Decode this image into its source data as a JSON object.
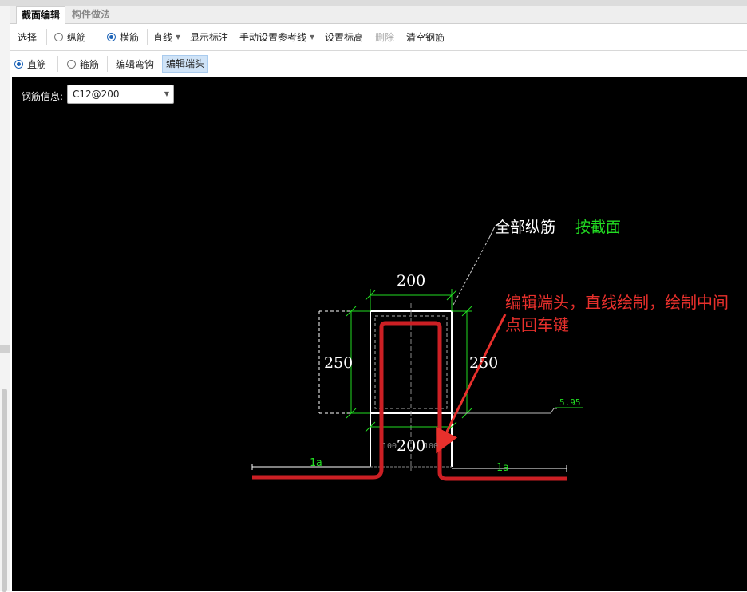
{
  "tabs": [
    {
      "label": "截面编辑",
      "active": true
    },
    {
      "label": "构件做法",
      "active": false
    }
  ],
  "toolbar": {
    "select": "选择",
    "radio_longitudinal": "纵筋",
    "radio_transverse": "横筋",
    "line_dropdown": "直线",
    "show_dims": "显示标注",
    "manual_ref": "手动设置参考线",
    "set_elevation": "设置标高",
    "delete": "删除",
    "clear_rebar": "清空钢筋"
  },
  "toolbar2": {
    "radio_straight": "直筋",
    "radio_stirrup": "箍筋",
    "edit_hook": "编辑弯钩",
    "edit_end": "编辑端头"
  },
  "rebar_info": {
    "label": "钢筋信息:",
    "value": "C12@200"
  },
  "drawing": {
    "label_all_long": "全部纵筋",
    "label_by_section": "按截面",
    "dim_top": "200",
    "dim_left": "250",
    "dim_right": "250",
    "dim_bottom": "200",
    "dim_small_left": "100",
    "dim_small_right": "100",
    "elevation": "5.95",
    "la_left": "1a",
    "la_right": "1a",
    "annotation_line1": "编辑端头，直线绘制，绘制中间",
    "annotation_line2": "点回车键"
  },
  "colors": {
    "canvas_bg": "#000000",
    "dim_green": "#22dd22",
    "rebar_red": "#cc1f24",
    "annotation_red": "#e8302c",
    "section_white": "#ffffff",
    "accent_blue": "#1c63b7"
  }
}
